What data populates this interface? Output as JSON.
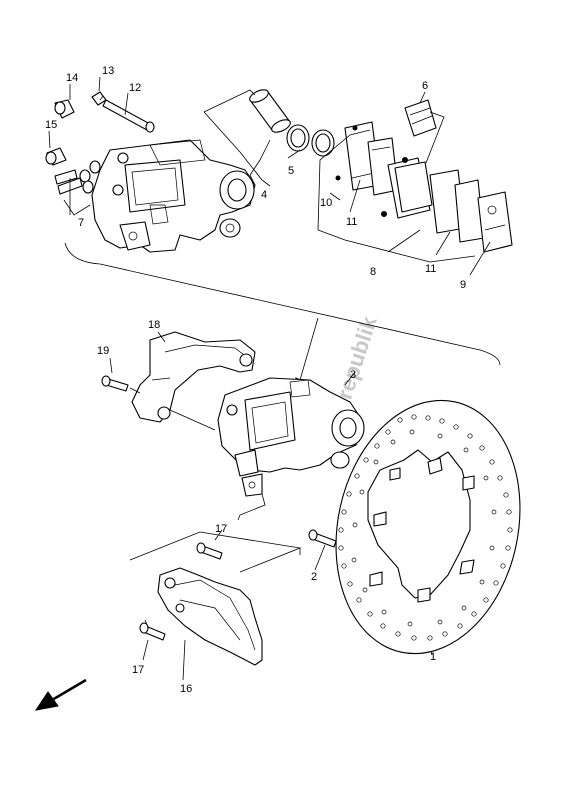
{
  "diagram": {
    "watermark": "partsrepublik",
    "labels": {
      "1": "1",
      "2": "2",
      "3": "3",
      "4": "4",
      "5": "5",
      "6": "6",
      "7": "7",
      "8": "8",
      "9": "9",
      "10": "10",
      "11a": "11",
      "11b": "11",
      "12": "12",
      "13": "13",
      "14": "14",
      "15": "15",
      "16": "16",
      "17a": "17",
      "17b": "17",
      "18": "18",
      "19": "19"
    }
  }
}
